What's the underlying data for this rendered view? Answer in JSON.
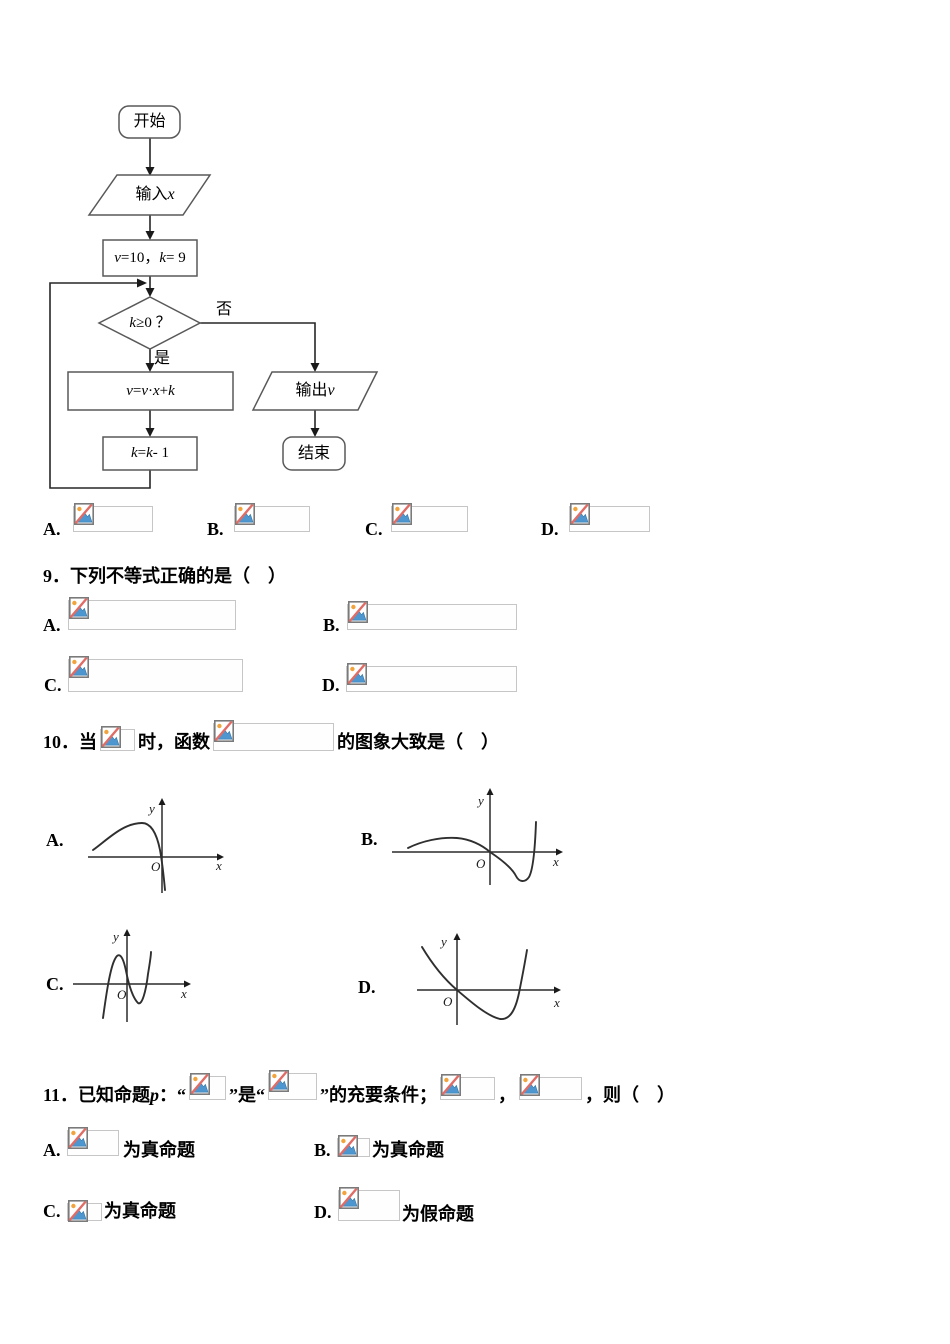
{
  "flowchart": {
    "start": "开始",
    "input": [
      "输入",
      "x"
    ],
    "init": [
      "v",
      "=10，",
      "k",
      "= 9"
    ],
    "cond": [
      "k",
      " ≥0 ？"
    ],
    "branch_no": "否",
    "branch_yes": "是",
    "assign": [
      "v",
      "=",
      "v",
      "·",
      "x",
      "+ ",
      "k"
    ],
    "decrement": [
      "k",
      "=",
      "k",
      "- 1"
    ],
    "output": [
      "输出",
      "v"
    ],
    "end": "结束"
  },
  "q8": {
    "labels": [
      "A.",
      "B.",
      "C.",
      "D."
    ]
  },
  "q9": {
    "stem": "9．下列不等式正确的是（　）",
    "labels": [
      "A.",
      "B.",
      "C.",
      "D."
    ]
  },
  "q10": {
    "stem_parts": [
      "10．当",
      "时，函数",
      "的图象大致是（　）"
    ],
    "labels": [
      "A.",
      "B.",
      "C.",
      "D."
    ],
    "axis_x": "x",
    "axis_y": "y",
    "origin": "O"
  },
  "q11": {
    "stem_parts": [
      "11．已知命题",
      "p",
      "：“",
      "”是“",
      "”的充要条件；",
      "，",
      "，则（　）"
    ],
    "labels": [
      "A.",
      "B.",
      "C.",
      "D."
    ],
    "option_texts": [
      "为真命题",
      "为真命题",
      "为真命题",
      "为假命题"
    ]
  },
  "colors": {
    "placeholder_border": "#c6c6c6",
    "icon_border": "#7a7a7a",
    "icon_sun": "#f2a33c",
    "icon_mountain": "#4d96cf",
    "icon_slash": "#e06c65",
    "flow_shape_border": "#595959",
    "text": "#000000"
  }
}
